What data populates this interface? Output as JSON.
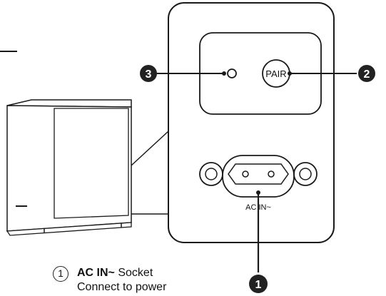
{
  "labels": {
    "pair_button": "PAIR",
    "ac_in": "AC IN~",
    "callout_1": "1",
    "callout_2": "2",
    "callout_3": "3"
  },
  "legend": {
    "number": "1",
    "title_bold": "AC IN~",
    "title_rest": " Socket",
    "description": "Connect to power"
  },
  "colors": {
    "outline": "#1a1a1a",
    "callout_fill": "#222222",
    "callout_text": "#ffffff"
  }
}
